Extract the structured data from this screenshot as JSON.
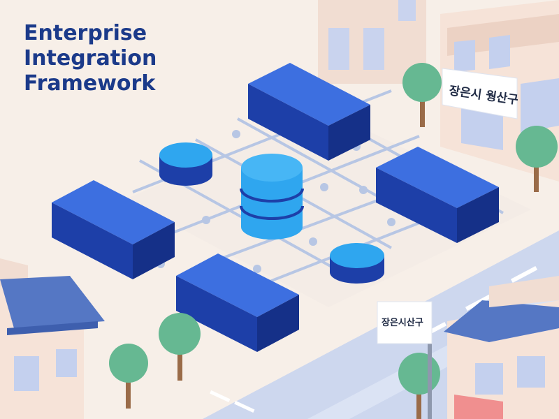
{
  "title": {
    "line1": "Enterprise",
    "line2": "Integration",
    "line3": "Framework"
  },
  "signs": {
    "building_sign": "장은시 웡산구",
    "street_sign": "장은시산구"
  },
  "colors": {
    "background": "#f7efe8",
    "title": "#1b3a8a",
    "block_top": "#3d6fe0",
    "block_front": "#1d3fa8",
    "block_side": "#153088",
    "cylinder_light": "#2fa6ef",
    "connector": "#b7c6e4",
    "tree": "#66b892",
    "road": "#c9d4ec",
    "roof": "#5577c4"
  }
}
